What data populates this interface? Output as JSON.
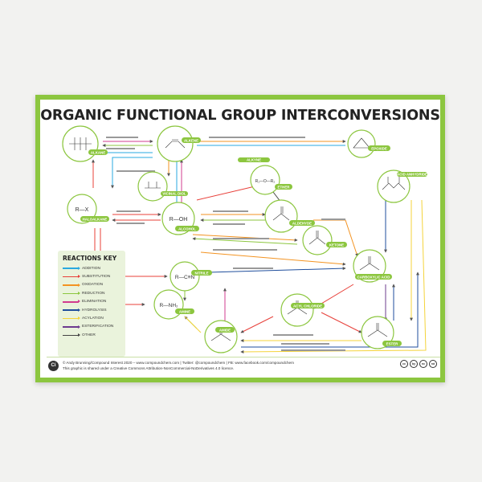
{
  "title": "ORGANIC FUNCTIONAL GROUP INTERCONVERSIONS",
  "nodes": {
    "alkane": "ALKANE",
    "alkene": "ALKENE",
    "epoxide": "EPOXIDE",
    "haloalkane": "HALOALKANE",
    "alcohol": "ALCOHOL",
    "ether": "ETHER",
    "aldehyde": "ALDEHYDE",
    "ketone": "KETONE",
    "nitrile": "NITRILE",
    "carboxylic_acid": "CARBOXYLIC ACID",
    "amine": "AMINE",
    "acyl_chloride": "ACYL CHLORIDE",
    "amide": "AMIDE",
    "ester": "ESTER",
    "acid_anhydride": "ACID ANHYDRIDE",
    "alkyne": "ALKYNE",
    "vicinal_diol": "VICINAL DIOL"
  },
  "structures": {
    "rx": "R—X",
    "roh": "R—OH",
    "rcn": "R—C≡N",
    "rnh2": "R—NH₂",
    "ether": "R₁—O—R₂"
  },
  "reactions_key": {
    "title": "REACTIONS KEY",
    "items": [
      {
        "label": "ADDITION",
        "color": "#2aa9e0"
      },
      {
        "label": "SUBSTITUTION",
        "color": "#e8403a"
      },
      {
        "label": "OXIDATION",
        "color": "#f39321"
      },
      {
        "label": "REDUCTION",
        "color": "#8cc63f"
      },
      {
        "label": "ELIMINATION",
        "color": "#d23c8f"
      },
      {
        "label": "HYDROLYSIS",
        "color": "#1f4e9c"
      },
      {
        "label": "ACYLATION",
        "color": "#f4d33a"
      },
      {
        "label": "ESTERIFICATION",
        "color": "#6d3b8e"
      },
      {
        "label": "OTHER",
        "color": "#444444"
      }
    ]
  },
  "footer": {
    "logo": "Ci",
    "credit": "© Andy Brunning/Compound Interest 2020 – www.compoundchem.com | Twitter: @compoundchem | FB: www.facebook.com/compoundchem",
    "license": "This graphic is shared under a Creative Commons Attribution-NonCommercial-NoDerivatives 4.0 licence.",
    "cc_icons": [
      "cc",
      "by",
      "nc",
      "nd"
    ]
  }
}
